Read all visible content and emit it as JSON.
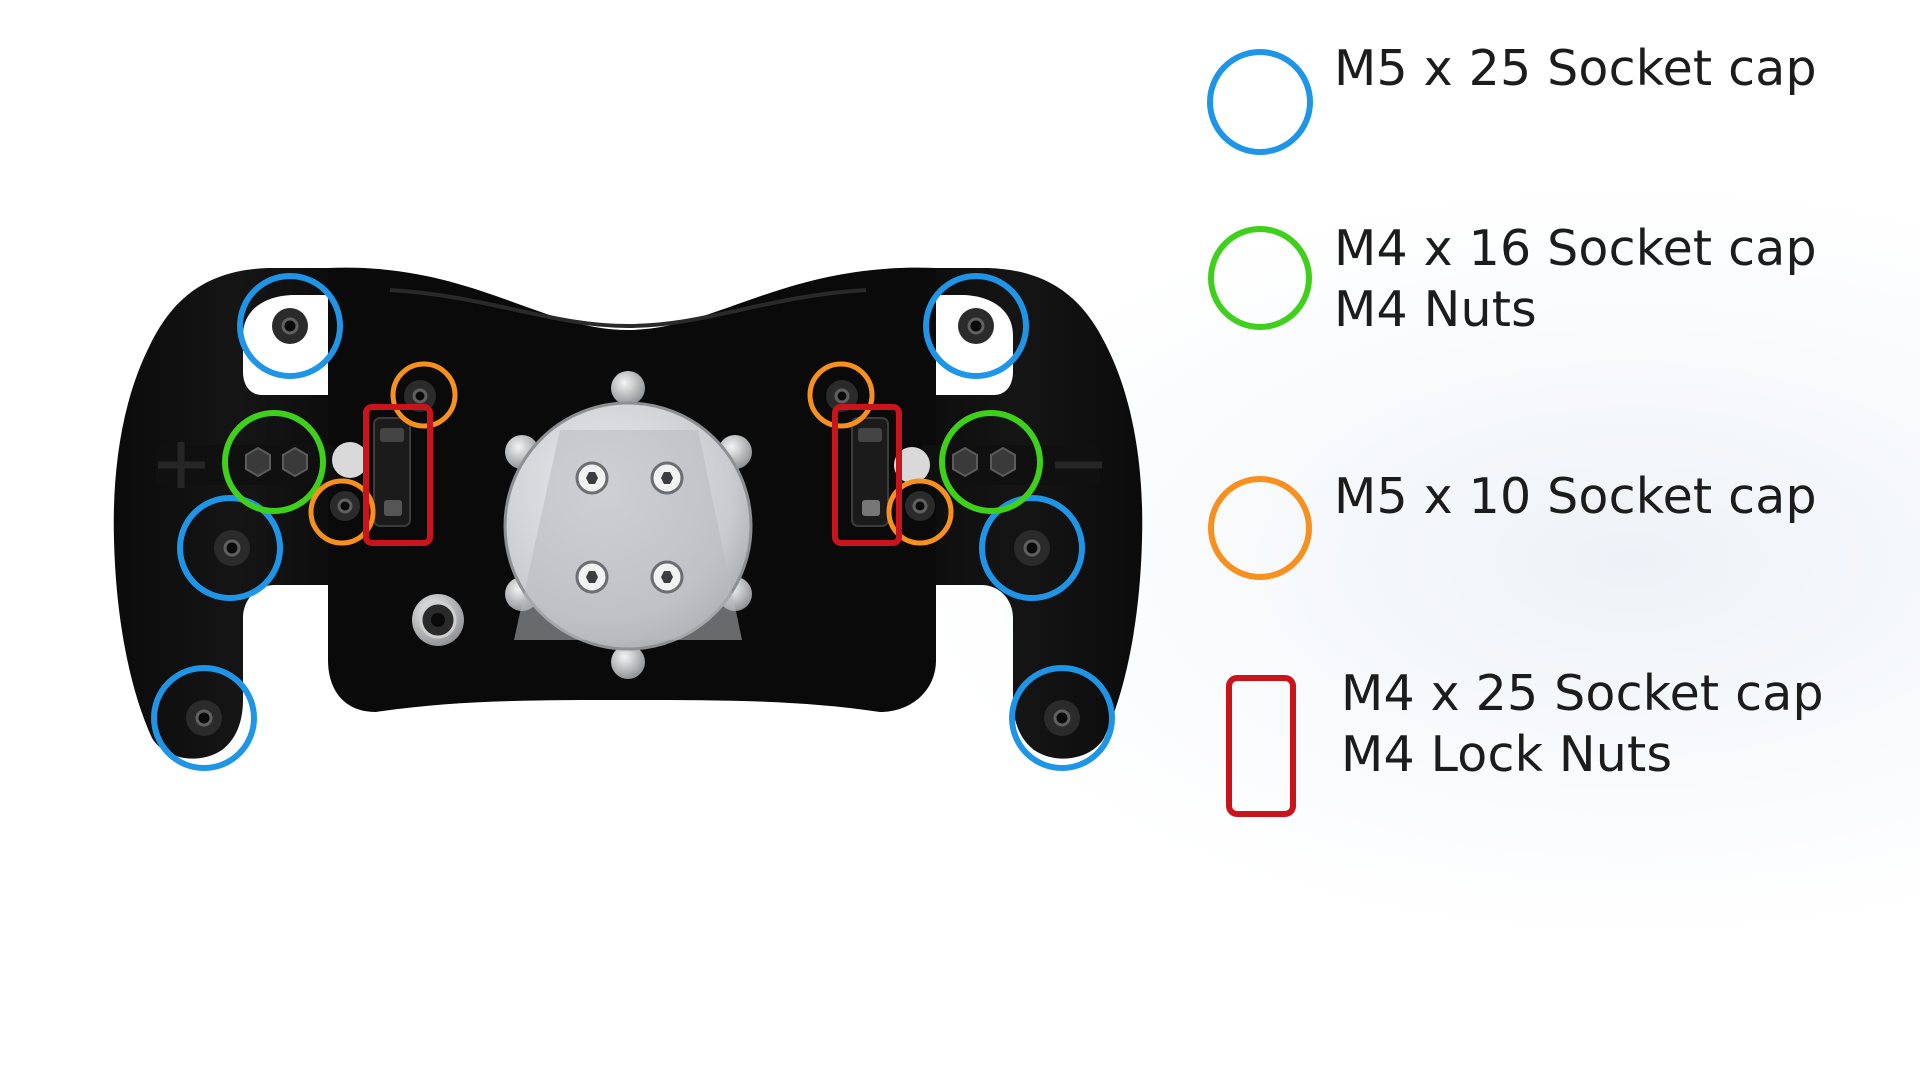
{
  "legend": [
    {
      "key": "blue",
      "shape": "circle",
      "color": "#1f95e8",
      "lines": [
        "M5 x 25 Socket cap"
      ]
    },
    {
      "key": "green",
      "shape": "circle",
      "color": "#3fd01c",
      "lines": [
        "M4 x 16 Socket cap",
        "M4 Nuts"
      ]
    },
    {
      "key": "orange",
      "shape": "circle",
      "color": "#f7901e",
      "lines": [
        "M5 x 10 Socket cap"
      ]
    },
    {
      "key": "red",
      "shape": "rectangle",
      "color": "#c8141a",
      "lines": [
        "M4 x 25 Socket cap",
        "M4 Lock Nuts"
      ]
    }
  ],
  "part_illustration": "steering-wheel-faceplate"
}
